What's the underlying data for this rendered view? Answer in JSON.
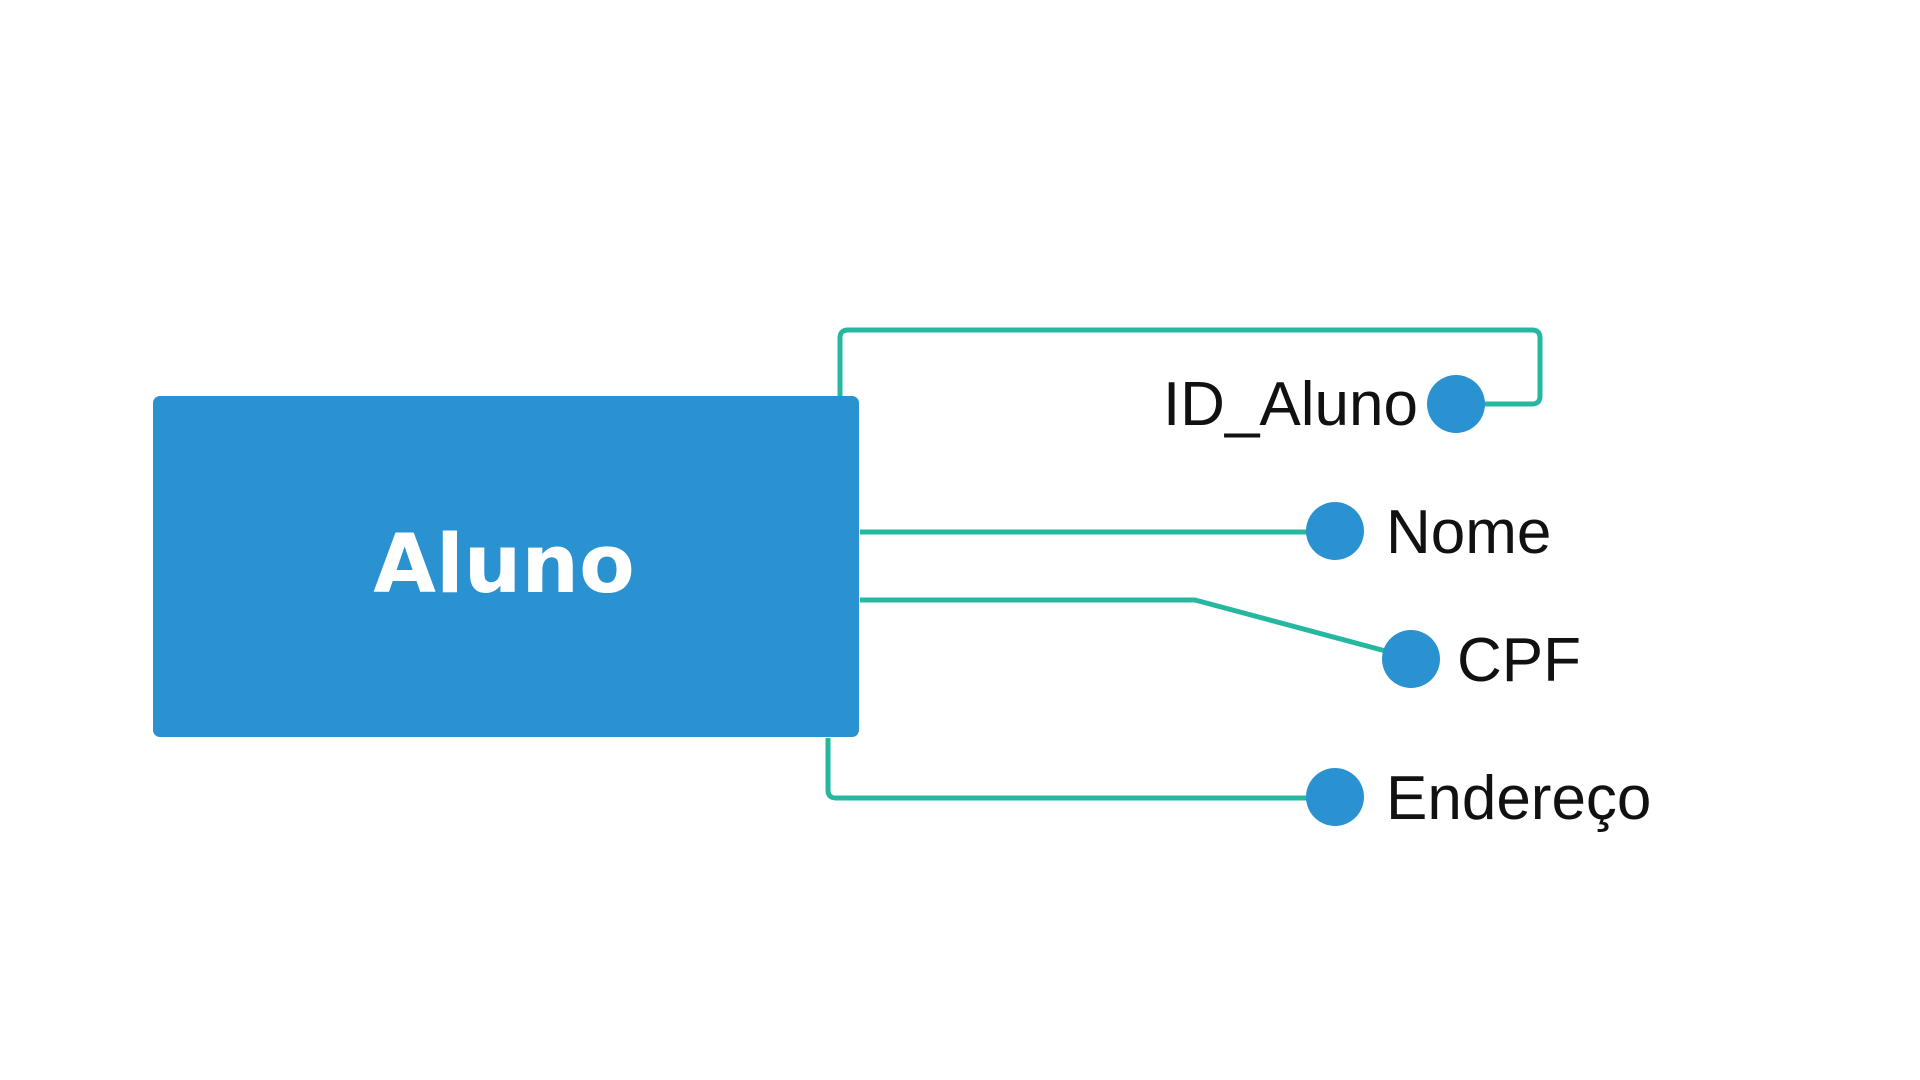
{
  "diagram": {
    "entity": {
      "label": "Aluno"
    },
    "attributes": [
      {
        "label": "ID_Aluno"
      },
      {
        "label": "Nome"
      },
      {
        "label": "CPF"
      },
      {
        "label": "Endereço"
      }
    ]
  },
  "colors": {
    "background": "#ffffff",
    "entity_fill": "#2b92d1",
    "entity_text": "#ffffff",
    "connector": "#26b7a0",
    "attribute_dot": "#2b92d1",
    "attribute_text": "#111111"
  }
}
